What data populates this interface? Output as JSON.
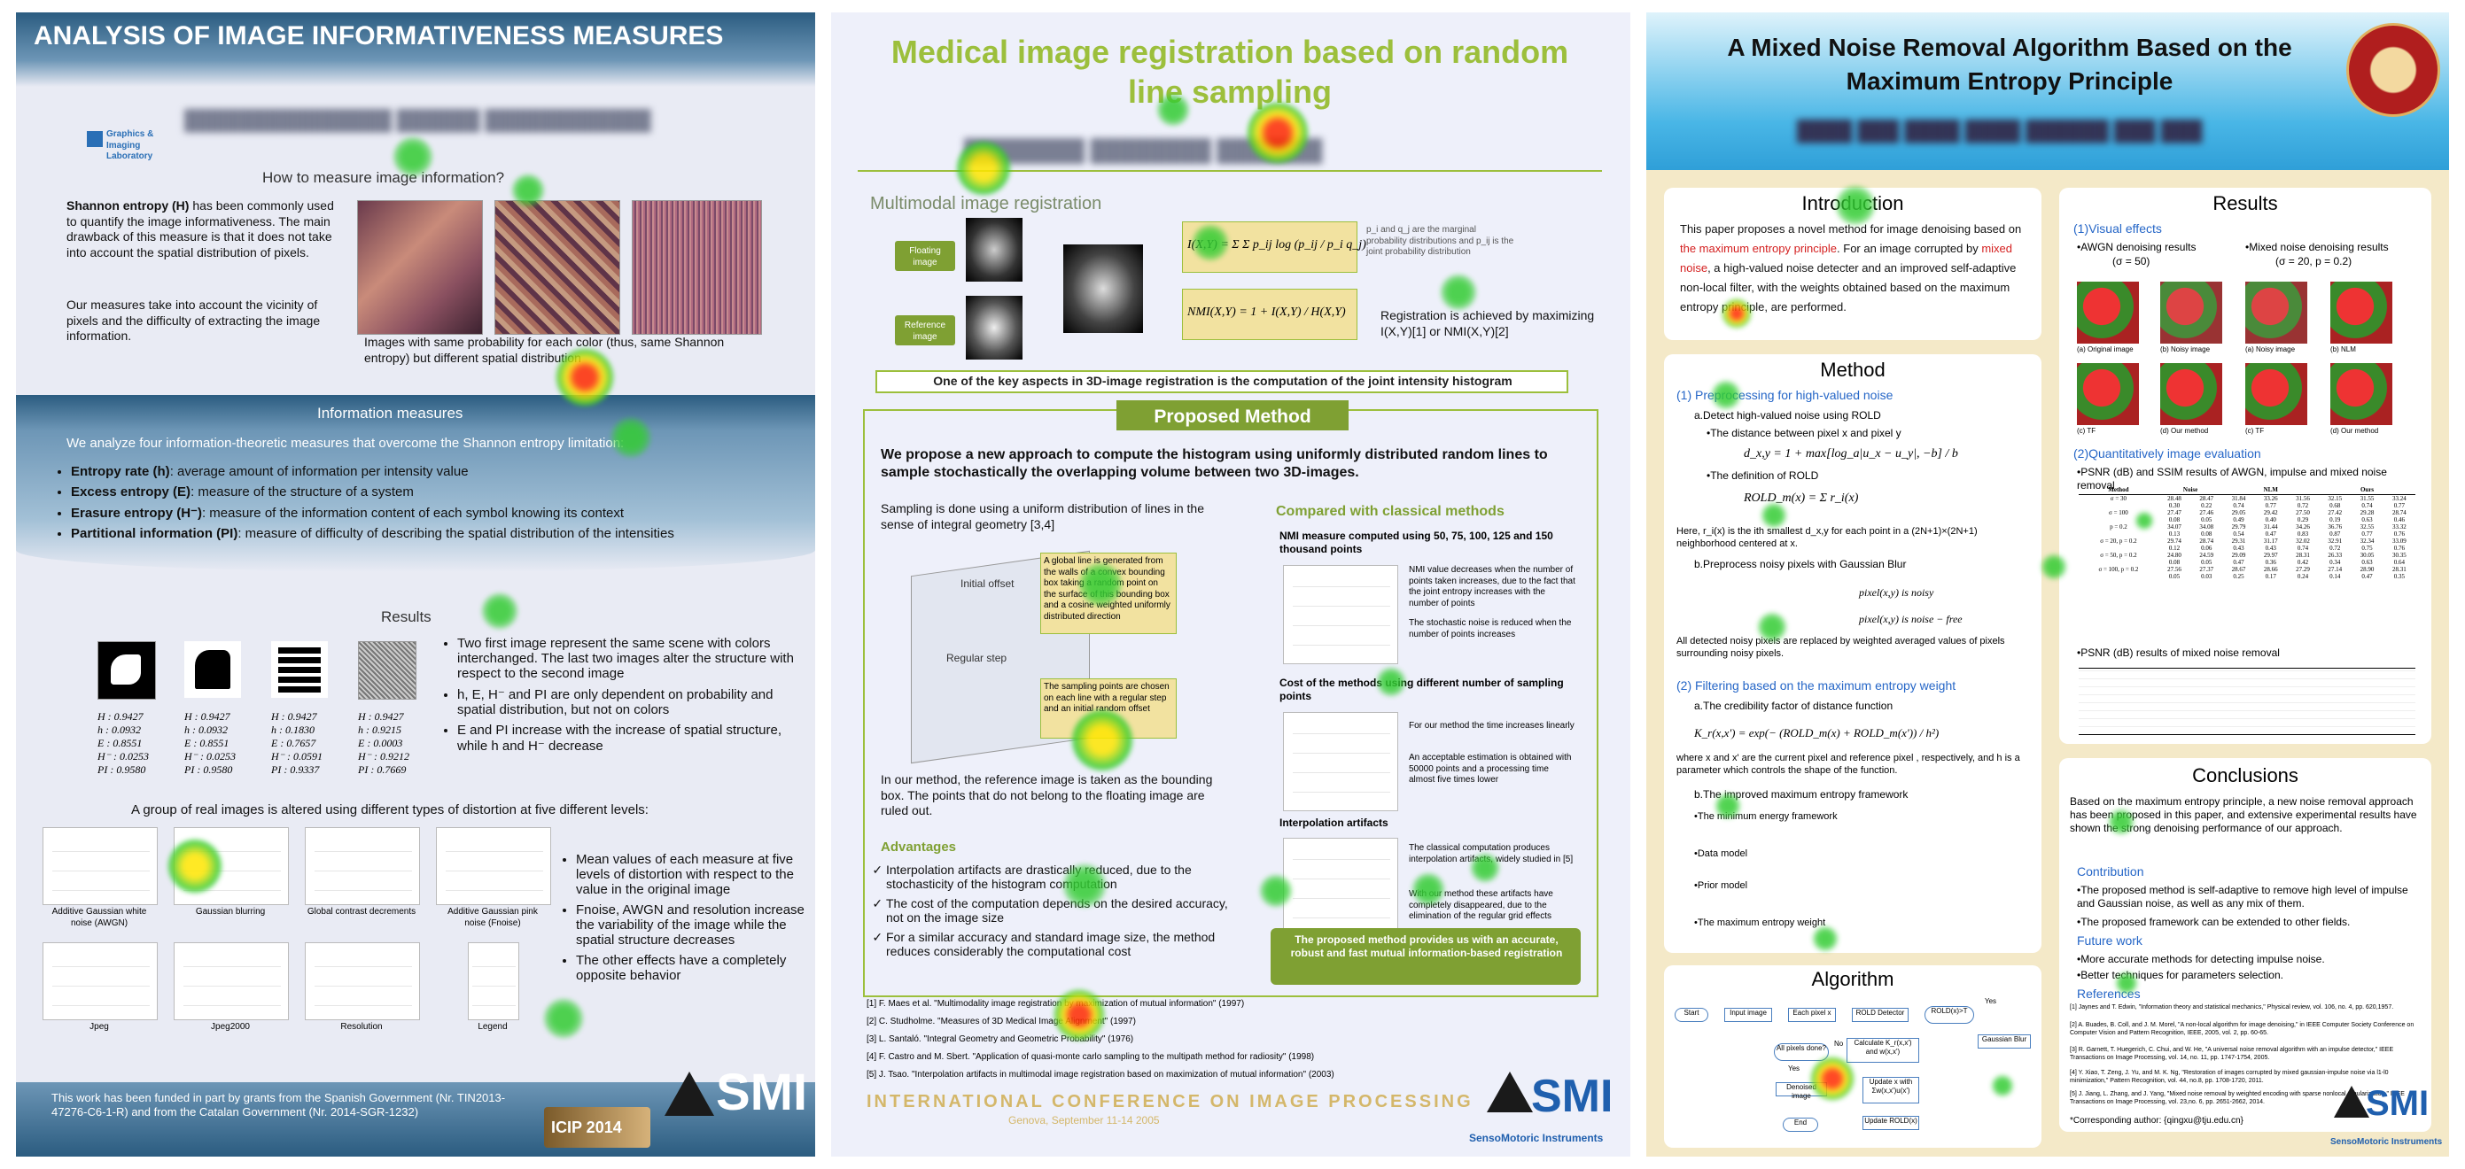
{
  "poster1": {
    "title": "ANALYSIS OF IMAGE INFORMATIVENESS MEASURES",
    "authors_blurred": "███████████████ ██████ ████████████",
    "lab_logo": "Graphics & Imaging Laboratory",
    "q_heading": "How to measure image information?",
    "shannon_p1_lead": "Shannon entropy (H)",
    "shannon_p1": " has been commonly used to quantify the image informativeness. The main drawback of this measure is that it does not take into account the spatial distribution of pixels.",
    "shannon_p2": "Our measures take into account the vicinity of pixels and the difficulty of extracting the image information.",
    "images_caption": "Images with same probability for each color (thus, same Shannon entropy) but different spatial distribution",
    "info_heading": "Information measures",
    "info_intro": "We analyze four information-theoretic measures that overcome the Shannon entropy limitation:",
    "measures": [
      {
        "name": "Entropy rate (h)",
        "desc": ": average amount of information per intensity value"
      },
      {
        "name": "Excess entropy (E)",
        "desc": ": measure of the structure of a system"
      },
      {
        "name": "Erasure entropy (H⁻)",
        "desc": ": measure of the information content of each symbol knowing its context"
      },
      {
        "name": "Partitional information (PI)",
        "desc": ": measure of difficulty of describing the spatial distribution of the intensities"
      }
    ],
    "results_heading": "Results",
    "result_blocks": [
      {
        "h": "H : 0.9427",
        "h2": "h : 0.0932",
        "e": "E : 0.8551",
        "hm": "H⁻ : 0.0253",
        "pi": "PI : 0.9580"
      },
      {
        "h": "H : 0.9427",
        "h2": "h : 0.0932",
        "e": "E : 0.8551",
        "hm": "H⁻ : 0.0253",
        "pi": "PI : 0.9580"
      },
      {
        "h": "H : 0.9427",
        "h2": "h : 0.1830",
        "e": "E : 0.7657",
        "hm": "H⁻ : 0.0591",
        "pi": "PI : 0.9337"
      },
      {
        "h": "H : 0.9427",
        "h2": "h : 0.9215",
        "e": "E : 0.0003",
        "hm": "H⁻ : 0.9212",
        "pi": "PI : 0.7669"
      }
    ],
    "results_bullets": [
      "Two first image represent the same scene with colors interchanged. The last two images alter the structure with respect to the second image",
      "h, E, H⁻ and PI are only dependent on probability and spatial distribution, but not on colors",
      "E and PI increase with the increase of spatial structure, while h and H⁻ decrease"
    ],
    "distortion_heading": "A group of real images is altered using different types of distortion at five different levels:",
    "chart_labels_row1": [
      "Additive Gaussian white noise (AWGN)",
      "Gaussian blurring",
      "Global contrast decrements",
      "Additive Gaussian pink noise (Fnoise)"
    ],
    "chart_labels_row2": [
      "Jpeg",
      "Jpeg2000",
      "Resolution",
      "Legend"
    ],
    "distortion_bullets": [
      "Mean values of each measure at five levels of distortion with respect to the value in the original image",
      "Fnoise, AWGN and resolution increase the variability of the image while the spatial structure decreases",
      "The other effects have a completely opposite behavior"
    ],
    "funding": "This work has been funded in part by grants from the Spanish Government (Nr. TIN2013-47276-C6-1-R) and from the Catalan Government (Nr. 2014-SGR-1232)",
    "conf_logo": "ICIP 2014",
    "smi": "SMI"
  },
  "poster2": {
    "title": "Medical image registration based on random line sampling",
    "authors_blurred": "████████ ████████ ███████",
    "multimodal_heading": "Multimodal image registration",
    "floating_label": "Floating image",
    "reference_label": "Reference image",
    "formula1": "I(X,Y) = Σ Σ p_ij log (p_ij / p_i q_j)",
    "formula_note": "p_i and q_j are the marginal probability distributions and p_ij is the joint probability distribution",
    "formula2": "NMI(X,Y) = 1 + I(X,Y) / H(X,Y)",
    "registration_note": "Registration is achieved by maximizing I(X,Y)[1] or NMI(X,Y)[2]",
    "key_aspect": "One of the key aspects in 3D-image registration is the computation of the joint intensity histogram",
    "proposed_heading": "Proposed Method",
    "proposal": "We propose a new approach to compute the histogram using uniformly distributed random lines to sample stochastically the overlapping volume between two 3D-images.",
    "sampling_text": "Sampling is done using a uniform distribution of lines in the sense of integral geometry [3,4]",
    "global_line_text": "A global line is generated from the walls of a convex bounding box taking a random point on the surface of this bounding box and a cosine weighted uniformly distributed direction",
    "initial_offset": "Initial offset",
    "regular_step": "Regular step",
    "sampling_points_text": "The sampling points are chosen on each line with a regular step and an initial random offset",
    "method_text": "In our method, the reference image is taken as the bounding box. The points that do not belong to the floating image are ruled out.",
    "advantages_heading": "Advantages",
    "advantages": [
      "Interpolation artifacts are drastically reduced, due to the stochasticity of the histogram computation",
      "The cost of the computation depends on the desired accuracy, not on the image size",
      "For a similar accuracy and standard image size, the method reduces considerably the computational cost"
    ],
    "compared_heading": "Compared with classical methods",
    "nmi_bullet": "NMI measure computed using 50, 75, 100, 125 and 150 thousand points",
    "nmi_checks": [
      "NMI value decreases when the number of points taken increases, due to the fact that the joint entropy increases with the number of points",
      "The stochastic noise is reduced when the number of points increases"
    ],
    "cost_bullet": "Cost of the methods using different number of sampling points",
    "cost_checks": [
      "For our method the time increases linearly",
      "An acceptable estimation is obtained with 50000 points and a processing time almost five times lower"
    ],
    "interp_bullet": "Interpolation artifacts",
    "interp_checks": [
      "The classical computation produces interpolation artifacts, widely studied in [5]",
      "With our method these artifacts have completely disappeared, due to the elimination of the regular grid effects"
    ],
    "conclusion_box": "The proposed method provides us with an accurate, robust and fast mutual information-based registration",
    "references": [
      "[1] F. Maes et al. \"Multimodality image registration by maximization of mutual information\" (1997)",
      "[2] C. Studholme. \"Measures of 3D Medical Image Alignment\" (1997)",
      "[3] L. Santaló. \"Integral Geometry and Geometric Probability\" (1976)",
      "[4] F. Castro and M. Sbert. \"Application of quasi-monte carlo sampling to the multipath method for radiosity\" (1998)",
      "[5] J. Tsao. \"Interpolation artifacts in multimodal image registration based on maximization of mutual information\" (2003)"
    ],
    "conference": "INTERNATIONAL CONFERENCE ON IMAGE PROCESSING",
    "conference_place": "Genova, September 11-14 2005",
    "smi": "SMI",
    "smi_sub": "SensoMotoric Instruments"
  },
  "poster3": {
    "title_line1": "A Mixed Noise Removal Algorithm Based on the",
    "title_line2": "Maximum Entropy Principle",
    "authors_blurred": "████ ███ ████ ████ ██████ ███ ███",
    "intro_heading": "Introduction",
    "intro_a": "This paper proposes a novel method for image denoising based on ",
    "intro_red1": "the maximum entropy principle",
    "intro_b": ". For an image corrupted by ",
    "intro_red2": "mixed noise",
    "intro_c": ", a high-valued noise detecter and an improved self-adaptive non-local filter, with the weights obtained based on the maximum entropy principle, are performed.",
    "method_heading": "Method",
    "m1": "(1) Preprocessing for high-valued noise",
    "m1a": "a.Detect high-valued noise using ROLD",
    "m1a1": "•The distance between pixel x and pixel y",
    "m1f1": "d_x,y = 1 + max[log_a|u_x − u_y|, −b] / b",
    "m1a2": "•The definition of ROLD",
    "m1f2": "ROLD_m(x) = Σ r_i(x)",
    "m1text": "Here, r_i(x) is the ith smallest d_x,y for each point in a (2N+1)×(2N+1) neighborhood centered at x.",
    "m1b": "b.Preprocess noisy pixels with Gaussian Blur",
    "m1f3a": "pixel(x,y) is noisy",
    "m1f3b": "pixel(x,y) is noise − free",
    "m1text2": "All detected noisy pixels are replaced by weighted averaged values of pixels surrounding noisy pixels.",
    "m2": "(2) Filtering based on the maximum entropy weight",
    "m2a": "a.The credibility factor of distance function",
    "m2f1": "K_r(x,x') = exp(− (ROLD_m(x) + ROLD_m(x')) / h²)",
    "m2text": "where x and x' are the current pixel and reference pixel , respectively, and h is a parameter which controls the shape of the function.",
    "m2b": "b.The improved maximum entropy framework",
    "m2l1": "•The minimum energy framework",
    "m2l2": "•Data model",
    "m2l3": "•Prior model",
    "m2l4": "•The maximum entropy weight",
    "algo_heading": "Algorithm",
    "algo_nodes": [
      "Start",
      "Input image",
      "Each pixel x",
      "ROLD Detector",
      "ROLD(x)>T",
      "Yes",
      "Gaussian Blur",
      "All pixels done?",
      "Calculate K_r(x,x') and w(x,x')",
      "No",
      "Yes",
      "Denoised image",
      "Update x with Σw(x,x')u(x')",
      "Update ROLD(x)",
      "End"
    ],
    "results_heading": "Results",
    "r1": "(1)Visual effects",
    "r1a": "•AWGN denoising results",
    "r1a_sigma": "(σ = 50)",
    "r1b": "•Mixed noise denoising results",
    "r1b_sigma": "(σ = 20, p = 0.2)",
    "img_labels": [
      "(a) Original image",
      "(b) Noisy image",
      "(a) Noisy image",
      "(b) NLM",
      "(c) TF",
      "(d) Our method",
      "(c) TF",
      "(d) Our method"
    ],
    "r2": "(2)Quantitatively image evaluation",
    "r2a": "•PSNR (dB) and SSIM results of AWGN, impulse and mixed noise removal",
    "r2b": "•PSNR (dB) results of mixed noise removal",
    "table_headers": [
      "Method",
      "Noise",
      "NLM",
      "Ours"
    ],
    "table_rows": [
      [
        "σ = 30",
        "28.48",
        "28.47",
        "31.84",
        "33.26",
        "31.56",
        "32.15",
        "31.55",
        "33.24"
      ],
      [
        "",
        "0.30",
        "0.22",
        "0.74",
        "0.77",
        "0.72",
        "0.68",
        "0.74",
        "0.77"
      ],
      [
        "σ = 100",
        "27.47",
        "27.46",
        "29.05",
        "29.42",
        "27.50",
        "27.42",
        "29.28",
        "28.74"
      ],
      [
        "",
        "0.08",
        "0.05",
        "0.49",
        "0.40",
        "0.29",
        "0.19",
        "0.63",
        "0.46"
      ],
      [
        "p = 0.2",
        "34.07",
        "34.08",
        "29.79",
        "31.44",
        "34.26",
        "36.76",
        "32.55",
        "33.32"
      ],
      [
        "",
        "0.13",
        "0.08",
        "0.54",
        "0.47",
        "0.83",
        "0.87",
        "0.77",
        "0.76"
      ],
      [
        "σ = 20, p = 0.2",
        "29.74",
        "28.74",
        "29.31",
        "31.17",
        "32.02",
        "32.91",
        "32.34",
        "33.09"
      ],
      [
        "",
        "0.12",
        "0.06",
        "0.43",
        "0.43",
        "0.74",
        "0.72",
        "0.75",
        "0.76"
      ],
      [
        "σ = 50, p = 0.2",
        "24.80",
        "24.59",
        "29.09",
        "29.97",
        "28.31",
        "26.33",
        "30.05",
        "30.35"
      ],
      [
        "",
        "0.08",
        "0.05",
        "0.47",
        "0.36",
        "0.42",
        "0.34",
        "0.63",
        "0.64"
      ],
      [
        "σ = 100, p = 0.2",
        "27.56",
        "27.37",
        "28.67",
        "28.66",
        "27.29",
        "27.14",
        "28.90",
        "28.31"
      ],
      [
        "",
        "0.05",
        "0.03",
        "0.25",
        "0.17",
        "0.24",
        "0.14",
        "0.47",
        "0.35"
      ]
    ],
    "concl_heading": "Conclusions",
    "concl_text": "Based on the maximum entropy principle, a new noise removal approach has been proposed in this paper, and extensive experimental results have shown the strong denoising performance of our approach.",
    "contrib_heading": "Contribution",
    "contrib": [
      "•The proposed method is self-adaptive to remove high level of impulse and Gaussian noise, as well as any mix of them.",
      "•The proposed framework can be extended to other fields."
    ],
    "future_heading": "Future work",
    "future": [
      "•More accurate methods for detecting impulse noise.",
      "•Better techniques for parameters selection."
    ],
    "refs_heading": "References",
    "refs": [
      "[1] Jaynes and T. Edwin, \"Information theory and statistical mechanics,\" Physical review, vol. 106, no. 4, pp. 620,1957.",
      "[2] A. Buades, B. Coll, and J. M. Morel, \"A non-local algorithm for image denoising,\" in IEEE Computer Society Conference on Computer Vision and Pattern Recognition, IEEE, 2005, vol. 2, pp. 60-65.",
      "[3] R. Garnett, T. Huegerich, C. Chui, and W. He, \"A universal noise removal algorithm with an impulse detector,\" IEEE Transactions on Image Processing, vol. 14, no. 11, pp. 1747-1754, 2005.",
      "[4] Y. Xiao, T. Zeng, J. Yu, and M. K. Ng, \"Restoration of images corrupted by mixed gaussian-impulse noise via l1-l0 minimization,\" Pattern Recognition, vol. 44, no.8, pp. 1708-1720, 2011.",
      "[5] J. Jiang, L. Zhang, and J. Yang, \"Mixed noise removal by weighted encoding with sparse nonlocal regularization,\" IEEE Transactions on Image Processing, vol. 23,no. 6, pp. 2651-2662, 2014."
    ],
    "corr": "*Corresponding author: {qingxu@tju.edu.cn}",
    "smi": "SMI",
    "smi_sub": "SensoMotoric Instruments"
  },
  "heatmap_colors": {
    "hot": "#ff2a00",
    "warm": "#ffe600",
    "cool": "#33cc33"
  }
}
